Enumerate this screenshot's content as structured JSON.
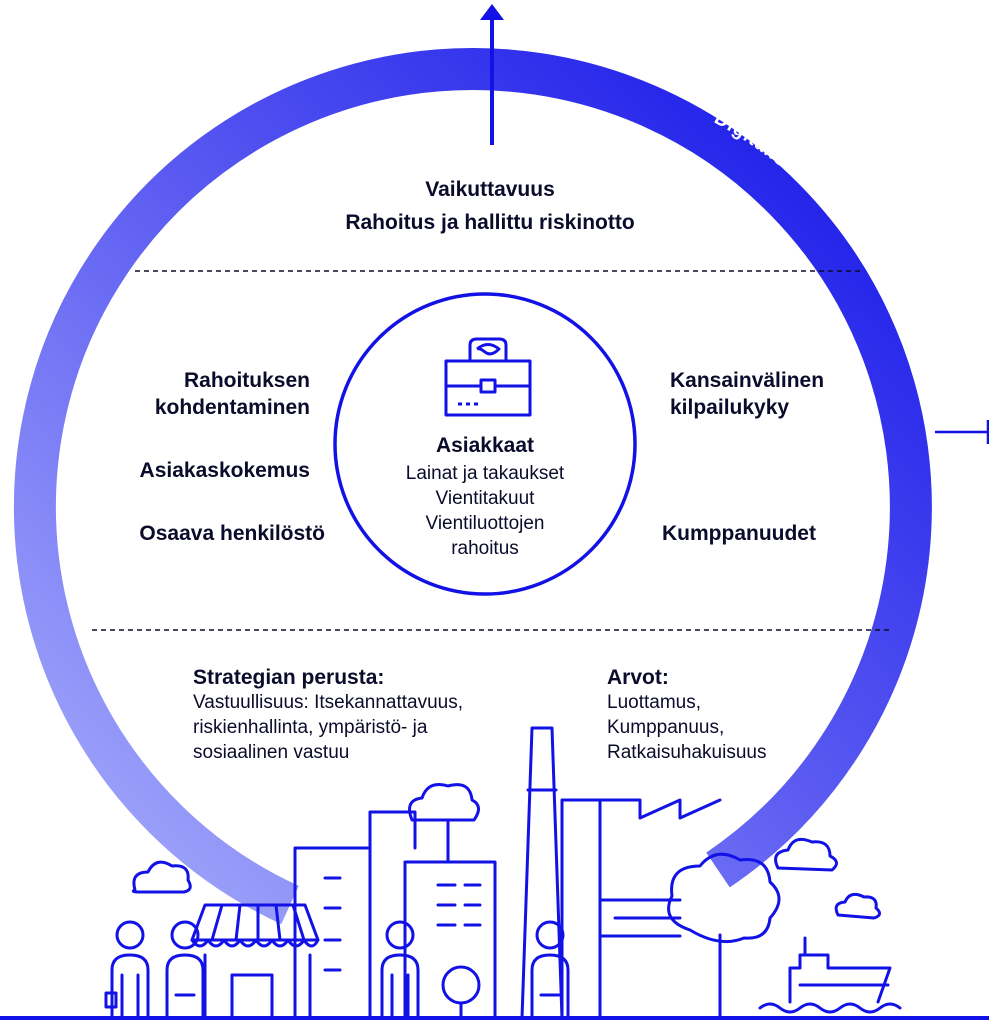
{
  "colors": {
    "accent": "#1212e6",
    "ring_light": "#a9aefb",
    "text": "#0b0b2b"
  },
  "ring_label": "Digitalisaatio",
  "top": {
    "line1": "Vaikuttavuus",
    "line2": "Rahoitus ja hallittu riskinotto"
  },
  "left_items": [
    "Rahoituksen",
    "kohdentaminen",
    "Asiakaskokemus",
    "Osaava henkilöstö"
  ],
  "right_items": [
    "Kansainvälinen",
    "kilpailukyky",
    "Kumppanuudet"
  ],
  "center": {
    "icon": "briefcase-icon",
    "title": "Asiakkaat",
    "lines": [
      "Lainat ja takaukset",
      "Vientitakuut",
      "Vientiluottojen",
      "rahoitus"
    ]
  },
  "foundation": {
    "title": "Strategian perusta:",
    "lines": [
      "Vastuullisuus: Itsekannattavuus,",
      "riskienhallinta, ympäristö- ja",
      "sosiaalinen vastuu"
    ]
  },
  "values": {
    "title": "Arvot:",
    "lines": [
      "Luottamus,",
      "Kumppanuus,",
      "Ratkaisuhakuisuus"
    ]
  },
  "cityscape_icons": [
    "person-icon",
    "shop-icon",
    "building-icon",
    "factory-icon",
    "tree-icon",
    "cloud-icon",
    "ship-icon"
  ]
}
